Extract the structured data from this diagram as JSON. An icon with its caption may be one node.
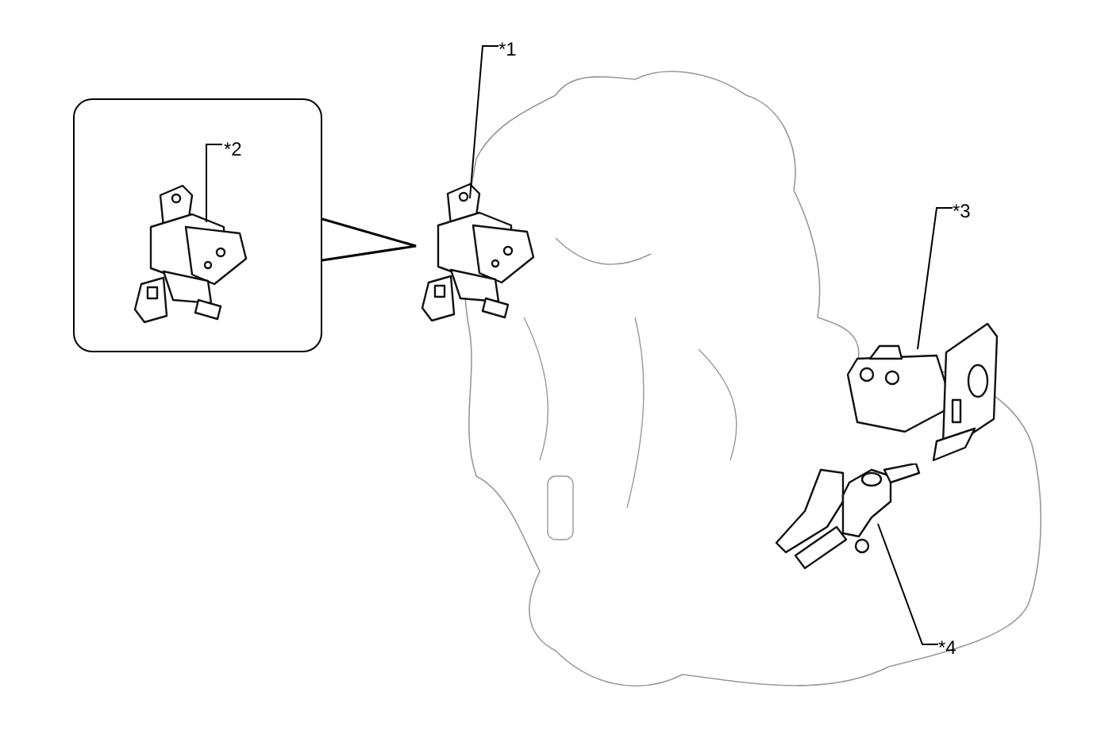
{
  "diagram": {
    "nodes": [
      {
        "text": [],
        "shape": "box"
      },
      {
        "text": [
          "*2"
        ],
        "in": 0
      },
      {
        "text": [],
        "shape": "picture",
        "in": 0
      },
      {
        "text": [
          "*1"
        ]
      },
      {
        "text": [],
        "shape": "picture"
      },
      {
        "text": [
          "*3"
        ]
      },
      {
        "text": [],
        "shape": "picture"
      },
      {
        "text": [
          "*4"
        ]
      },
      {
        "text": [],
        "shape": "picture"
      }
    ],
    "edges": [
      {
        "from": 1,
        "to": 2,
        "arrow": "none"
      },
      {
        "from": 3,
        "to": 4,
        "arrow": "none"
      },
      {
        "from": 5,
        "to": 6,
        "arrow": "none"
      },
      {
        "from": 7,
        "to": 8,
        "arrow": "none"
      },
      {
        "from": 0,
        "to": 4,
        "arrow": "none"
      }
    ]
  }
}
